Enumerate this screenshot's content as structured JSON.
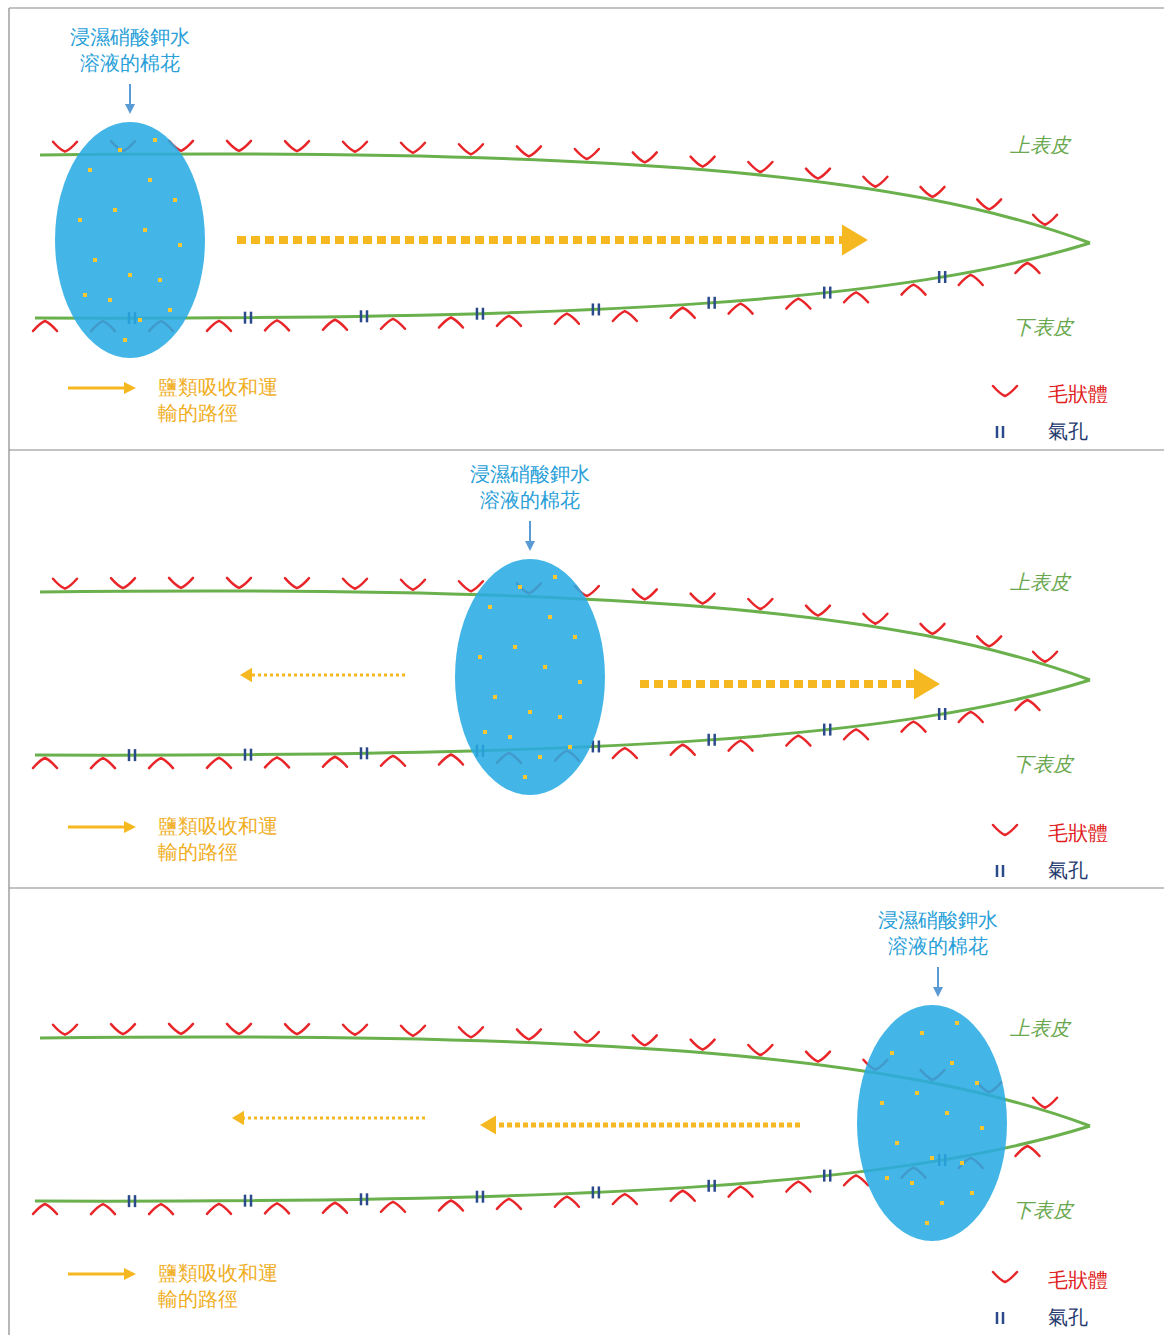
{
  "diagram": {
    "labels": [
      "浸濕硝酸鉀水溶液的棉花",
      "上表皮",
      "下表皮",
      "浸濕硝酸鉀水溶液的棉花",
      "上表皮",
      "下表皮",
      "浸濕硝酸鉀水溶液的棉花",
      "上表皮",
      "下表皮"
    ],
    "legend": [
      {
        "text": "鹽類吸收和運輸的路徑"
      },
      {
        "text": "毛狀體"
      },
      {
        "text": "氣孔"
      },
      {
        "text": "鹽類吸收和運輸的路徑"
      },
      {
        "text": "毛狀體"
      },
      {
        "text": "氣孔"
      },
      {
        "text": "鹽類吸收和運輸的路徑"
      },
      {
        "text": "毛狀體"
      },
      {
        "text": "氣孔"
      }
    ]
  }
}
